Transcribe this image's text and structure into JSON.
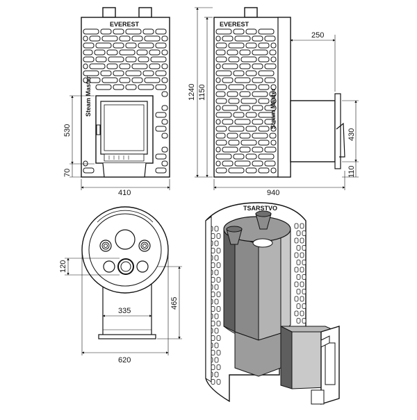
{
  "labels": {
    "brand_front": "EVEREST",
    "brand_side": "EVEREST",
    "side_vertical_text": "Steam Master",
    "front_vertical_text": "Steam Master",
    "iso_rim_text": "TSARSTVO"
  },
  "dimensions": {
    "front_width": "410",
    "front_door_height": "530",
    "front_base_height": "70",
    "side_total_height": "1240",
    "side_body_height": "1150",
    "side_tunnel_depth": "250",
    "side_tunnel_height": "430",
    "side_tunnel_base": "110",
    "side_total_depth": "940",
    "top_offset": "120",
    "top_tunnel_width": "335",
    "top_tunnel_depth": "465",
    "top_diameter": "620"
  }
}
